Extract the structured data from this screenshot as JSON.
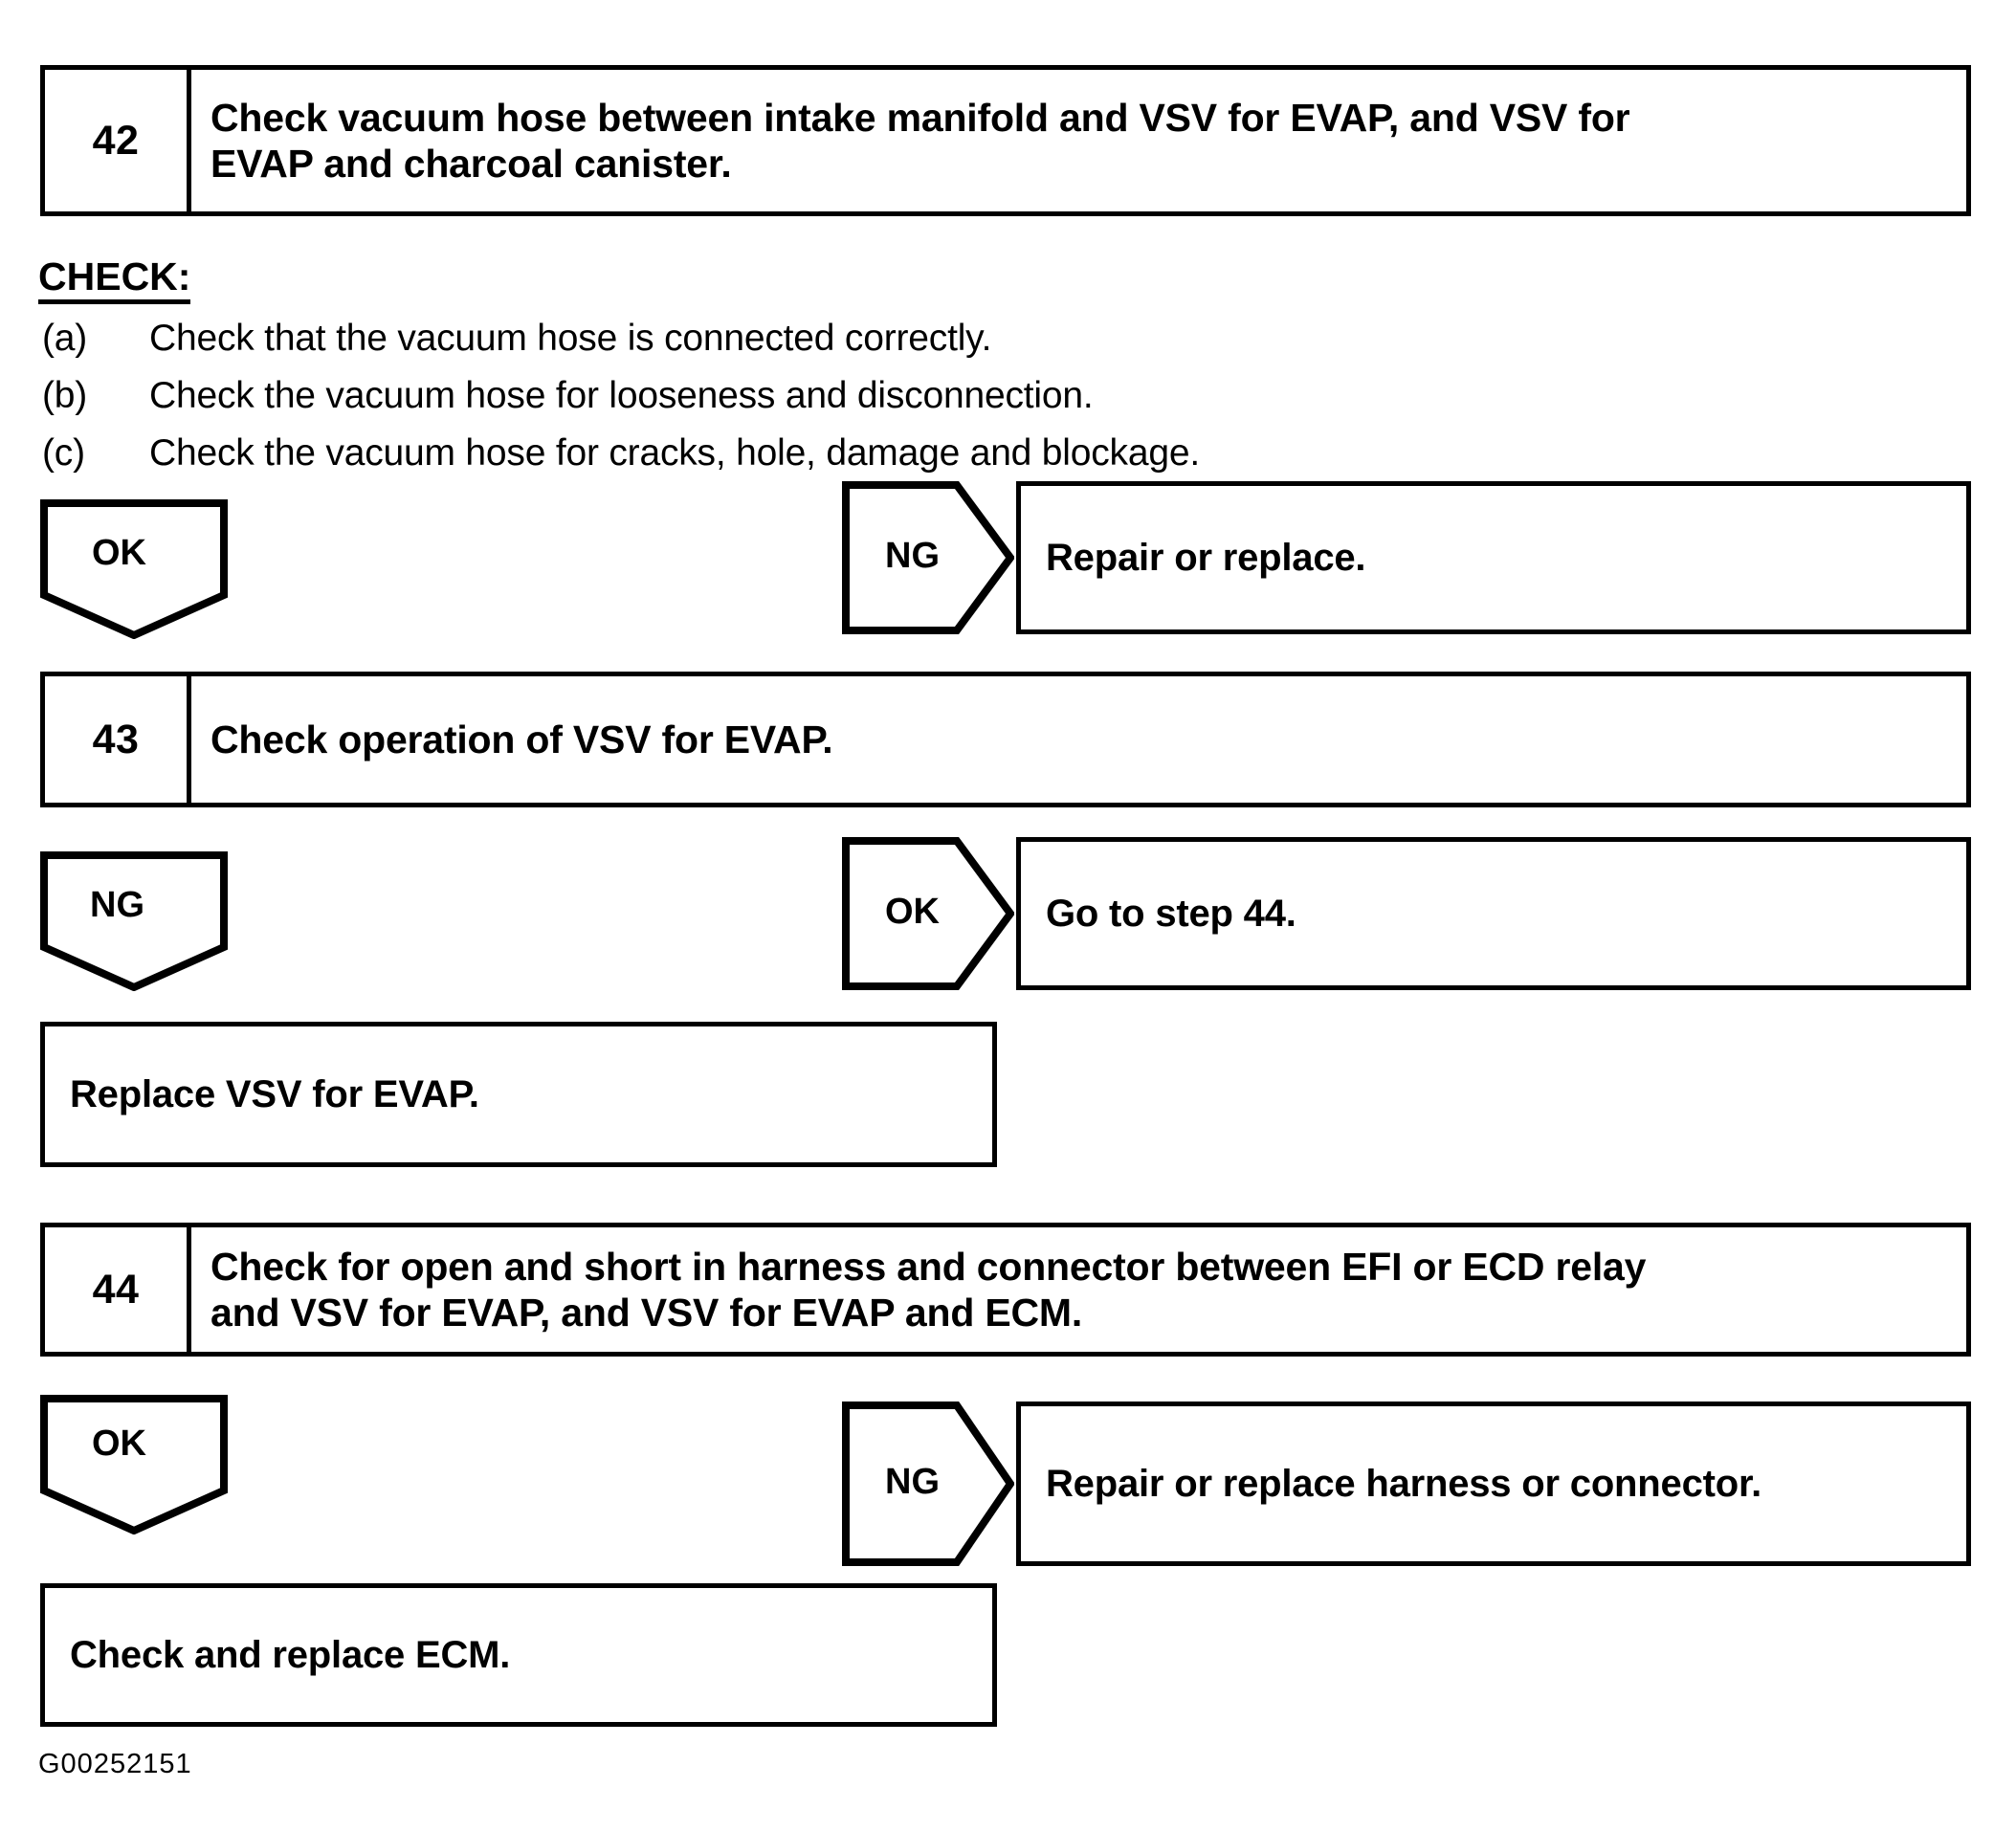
{
  "figure": {
    "id_label": "G00252151"
  },
  "steps": [
    {
      "number": "42",
      "lines": [
        "Check vacuum hose between intake manifold and VSV for EVAP, and VSV for",
        "EVAP and charcoal canister."
      ]
    },
    {
      "number": "43",
      "lines": [
        "Check operation of VSV for EVAP."
      ]
    },
    {
      "number": "44",
      "lines": [
        "Check for open and short in harness and connector between EFI or ECD relay",
        "and VSV for EVAP, and VSV for EVAP and ECM."
      ]
    }
  ],
  "check_section": {
    "heading": "CHECK:",
    "items": [
      {
        "marker": "(a)",
        "text": "Check that the vacuum hose is connected correctly."
      },
      {
        "marker": "(b)",
        "text": "Check the vacuum hose for looseness and disconnection."
      },
      {
        "marker": "(c)",
        "text": "Check the vacuum hose for cracks, hole, damage and blockage."
      }
    ]
  },
  "connectors": {
    "c1_down": "OK",
    "c1_right": "NG",
    "c2_down": "NG",
    "c2_right": "OK",
    "c3_down": "OK",
    "c3_right": "NG"
  },
  "results": {
    "repair_or_replace": "Repair or replace.",
    "go_to_step_44": "Go to step 44.",
    "replace_vsv": "Replace VSV for EVAP.",
    "repair_harness": "Repair or replace harness or connector.",
    "check_ecm": "Check and replace ECM."
  },
  "colors": {
    "ink": "#000000",
    "paper": "#ffffff"
  }
}
